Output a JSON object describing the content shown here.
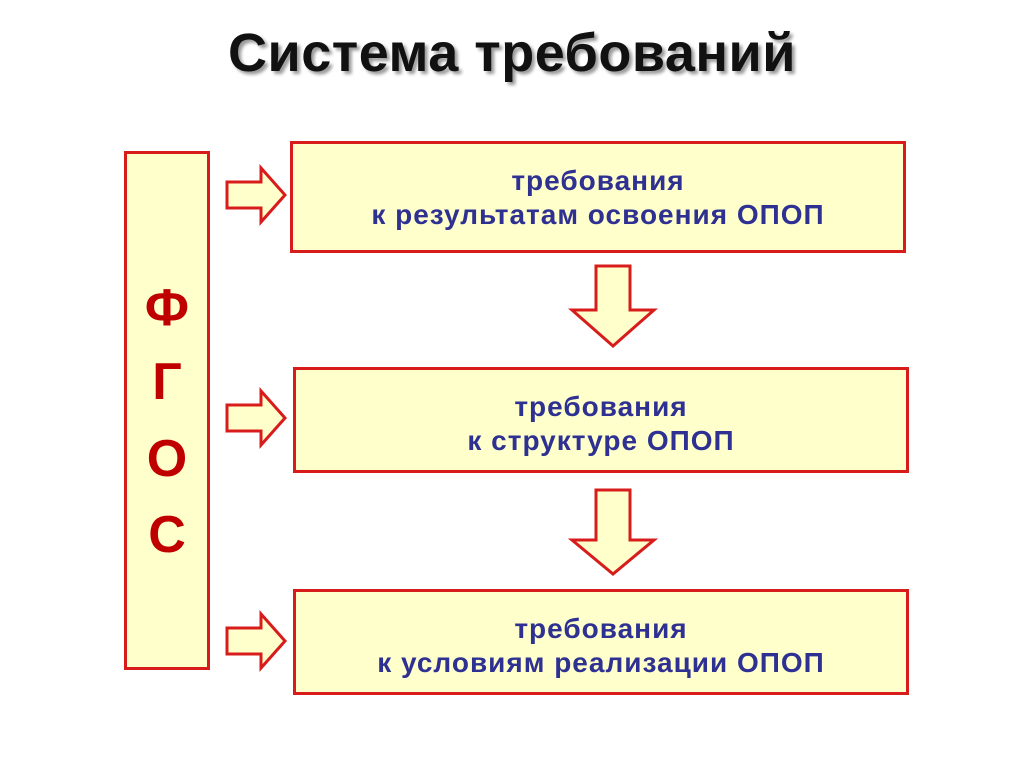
{
  "title": "Система требований",
  "fgos": {
    "letters": [
      "Ф",
      "Г",
      "О",
      "С"
    ]
  },
  "boxes": [
    {
      "line1": "требования",
      "line2": "к результатам освоения ОПОП"
    },
    {
      "line1": "требования",
      "line2": "к структуре ОПОП"
    },
    {
      "line1": "требования",
      "line2": "к условиям реализации ОПОП"
    }
  ],
  "colors": {
    "box_fill": "#ffffcc",
    "border": "#d81c1c",
    "fgos_text": "#c00000",
    "box_text": "#2e3192",
    "title_text": "#111111"
  }
}
